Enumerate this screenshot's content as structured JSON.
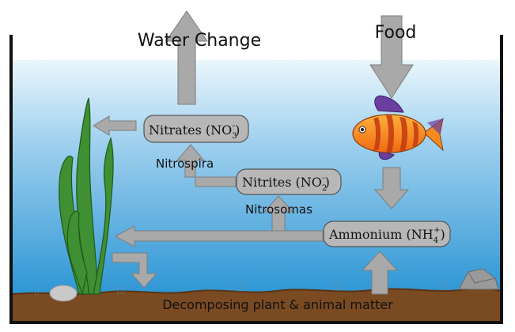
{
  "labels": {
    "water_change": "Water Change",
    "food": "Food",
    "nitrates": "Nitrates (NO",
    "nitrates_sub": "3",
    "nitrates_sup": "-",
    "nitrites": "Nitrites (NO",
    "nitrites_sub": "2",
    "nitrites_sup": "-",
    "ammonium": "Ammonium (NH",
    "ammonium_sub": "4",
    "ammonium_sup": "+",
    "close_paren": ")",
    "nitrospira": "Nitrospira",
    "nitrosomas": "Nitrosomas",
    "substrate": "Decomposing plant & animal matter"
  },
  "colors": {
    "water_top": "#eaf6fc",
    "water_bottom": "#2b95d4",
    "arrow_fill": "#a9a9a9",
    "arrow_stroke": "#7d7d7d",
    "box_fill": "#b7b7b7",
    "box_stroke": "#555555",
    "substrate": "#7a4a22",
    "plant": "#3f8f33",
    "fish_body": "#f58a1f",
    "fish_stripe": "#c23a12",
    "fish_fin": "#6b3fa0"
  }
}
